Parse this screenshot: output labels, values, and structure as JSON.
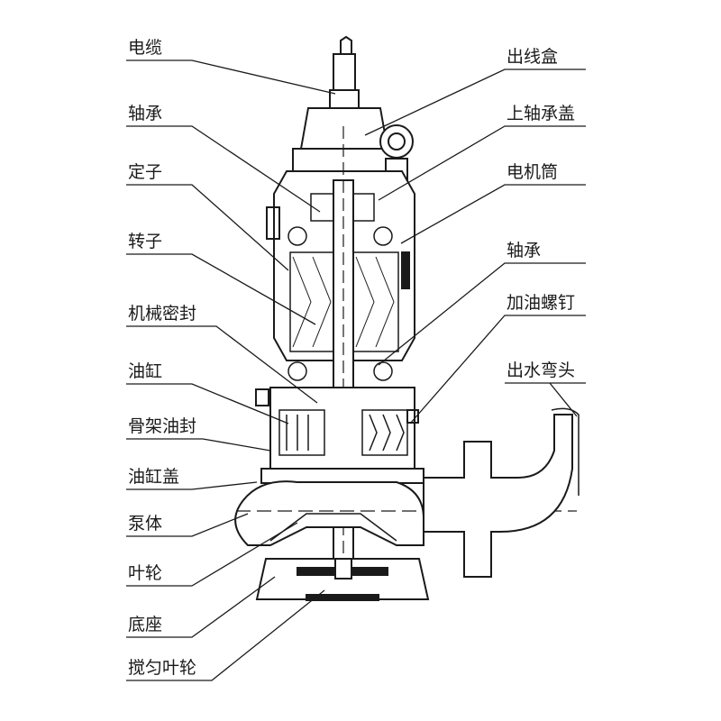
{
  "diagram": {
    "left_labels": [
      "电缆",
      "轴承",
      "定子",
      "转子",
      "机械密封",
      "油缸",
      "骨架油封",
      "油缸盖",
      "泵体",
      "叶轮",
      "底座",
      "搅匀叶轮"
    ],
    "right_labels": [
      "出线盒",
      "上轴承盖",
      "电机筒",
      "轴承",
      "加油螺钉",
      "出水弯头"
    ],
    "line_color": "#1a1a1a"
  }
}
